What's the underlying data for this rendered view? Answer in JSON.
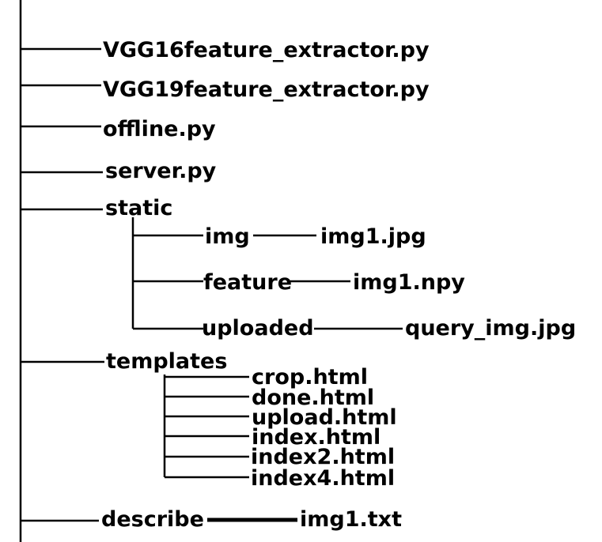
{
  "root_files": [
    "VGG16feature_extractor.py",
    "VGG19feature_extractor.py",
    "offline.py",
    "server.py"
  ],
  "static": {
    "name": "static",
    "img_dir": "img",
    "img_file": "img1.jpg",
    "feature_dir": "feature",
    "feature_file": "img1.npy",
    "uploaded_dir": "uploaded",
    "uploaded_file": "query_img.jpg"
  },
  "templates": {
    "name": "templates",
    "files": [
      "crop.html",
      "done.html",
      "upload.html",
      "index.html",
      "index2.html",
      "index4.html"
    ]
  },
  "describe": {
    "name": "describe",
    "file": "img1.txt"
  }
}
